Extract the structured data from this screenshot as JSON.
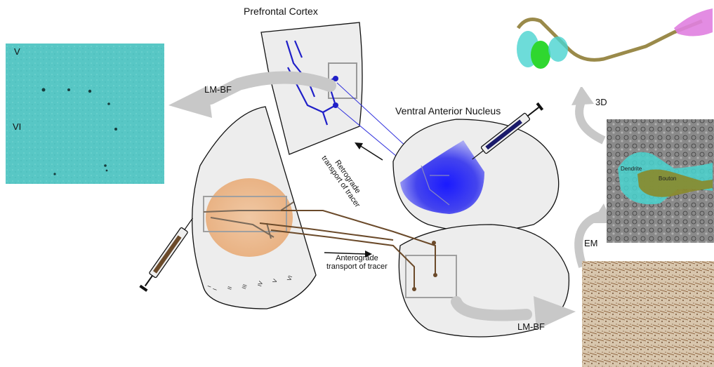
{
  "labels": {
    "prefrontal_cortex": "Prefrontal Cortex",
    "ventral_anterior_nucleus": "Ventral Anterior Nucleus",
    "lm_bf_top": "LM-BF",
    "lm_bf_bottom": "LM-BF",
    "em": "EM",
    "three_d": "3D",
    "retrograde_line1": "Retrograde",
    "retrograde_line2": "transport of tracer",
    "anterograde_line1": "Anterograde",
    "anterograde_line2": "transport of tracer",
    "layer_v": "V",
    "layer_vi": "VI",
    "dendrite": "Dendrite",
    "bouton": "Bouton"
  },
  "cortex_layers": [
    "I",
    "II",
    "III",
    "IV",
    "V",
    "VI"
  ],
  "colors": {
    "tracer_blue": "#2a2ad0",
    "tracer_brown": "#6b4a2a",
    "injection_orange": "#e9b58a",
    "slice_fill": "#ededed",
    "arrow_gray": "#c8c8c8",
    "micro_teal": "#56c6c4",
    "micro_brown": "#c9b396",
    "em_gray": "#7a7a7a",
    "recon_cyan": "#49d3cf",
    "recon_green": "#2fd72f",
    "recon_pink": "#e080e0"
  }
}
